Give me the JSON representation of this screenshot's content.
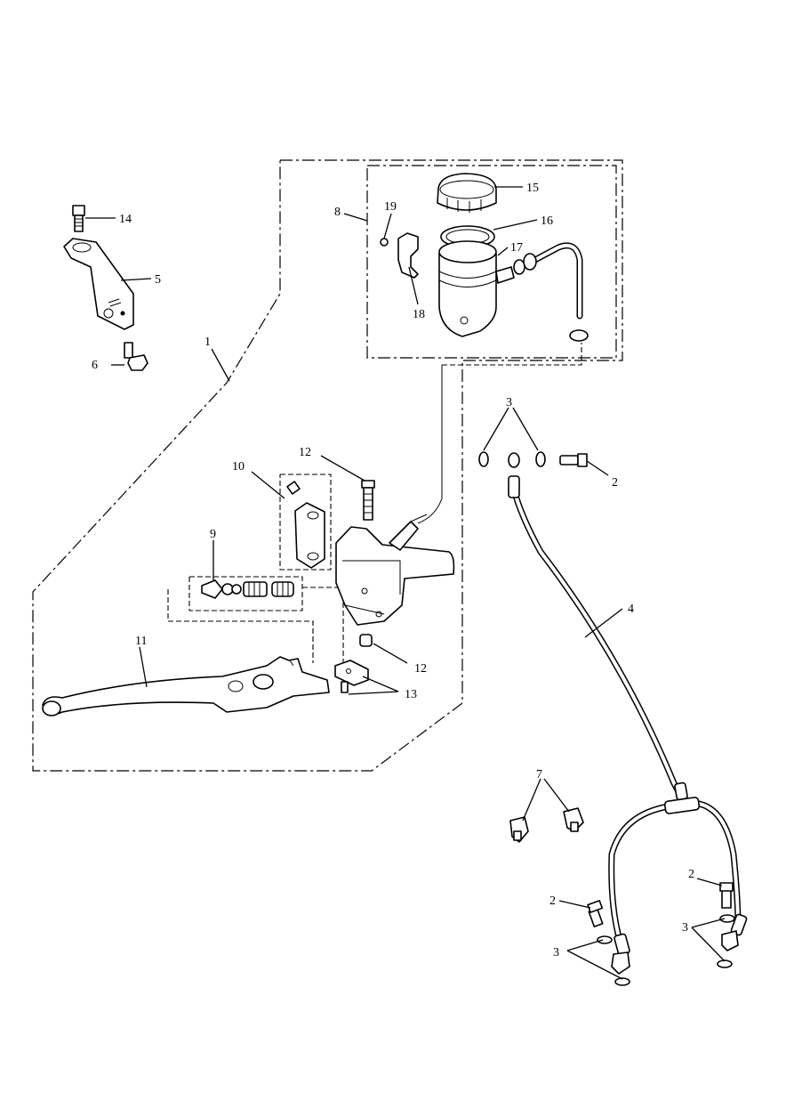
{
  "callouts": {
    "c1": "1",
    "c2a": "2",
    "c2b": "2",
    "c2c": "2",
    "c3a": "3",
    "c3b": "3",
    "c3c": "3",
    "c4": "4",
    "c5": "5",
    "c6": "6",
    "c7": "7",
    "c8": "8",
    "c9": "9",
    "c10": "10",
    "c11": "11",
    "c12a": "12",
    "c12b": "12",
    "c13": "13",
    "c14": "14",
    "c15": "15",
    "c16": "16",
    "c17": "17",
    "c18": "18",
    "c19": "19"
  },
  "icons": {
    "bolt": "bolt-icon",
    "washer": "washer-icon",
    "hose": "hose-icon",
    "reservoir": "reservoir-icon",
    "lever": "lever-icon"
  }
}
